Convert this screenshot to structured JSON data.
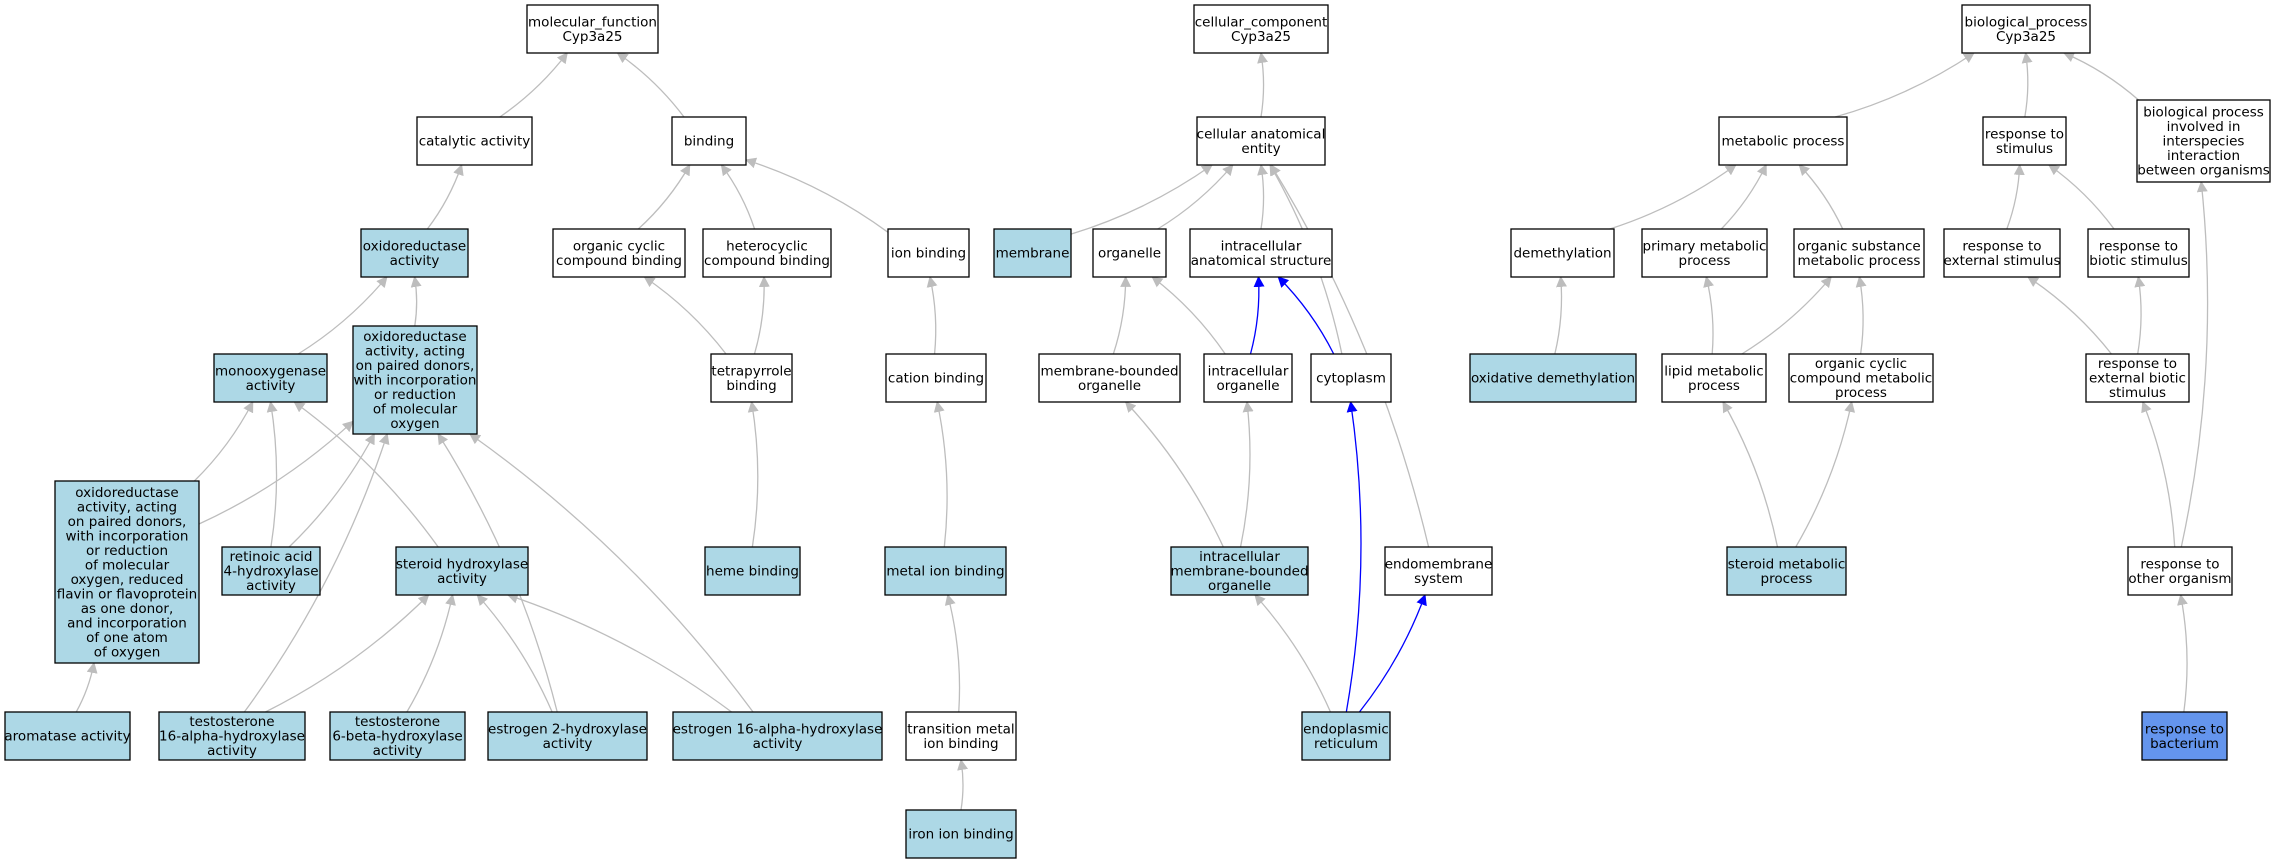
{
  "colors": {
    "plain": "#ffffff",
    "annotated": "#add8e6",
    "query": "#6495ed",
    "edge": "#bdbdbd",
    "edge_highlight": "#0000ff"
  },
  "nodes": {
    "mf_root": {
      "lines": [
        "molecular_function",
        "Cyp3a25"
      ],
      "fill": "plain"
    },
    "catalytic": {
      "lines": [
        "catalytic activity"
      ],
      "fill": "plain"
    },
    "binding": {
      "lines": [
        "binding"
      ],
      "fill": "plain"
    },
    "oxidoreductase": {
      "lines": [
        "oxidoreductase",
        "activity"
      ],
      "fill": "annotated"
    },
    "organic_cyclic_binding": {
      "lines": [
        "organic cyclic",
        "compound binding"
      ],
      "fill": "plain"
    },
    "heterocyclic_binding": {
      "lines": [
        "heterocyclic",
        "compound binding"
      ],
      "fill": "plain"
    },
    "ion_binding": {
      "lines": [
        "ion binding"
      ],
      "fill": "plain"
    },
    "monooxygenase": {
      "lines": [
        "monooxygenase",
        "activity"
      ],
      "fill": "annotated"
    },
    "oxred_paired": {
      "lines": [
        "oxidoreductase",
        "activity, acting",
        "on paired donors,",
        "with incorporation",
        "or reduction",
        "of molecular",
        "oxygen"
      ],
      "fill": "annotated"
    },
    "tetrapyrrole": {
      "lines": [
        "tetrapyrrole",
        "binding"
      ],
      "fill": "plain"
    },
    "cation_binding": {
      "lines": [
        "cation binding"
      ],
      "fill": "plain"
    },
    "oxred_flavin": {
      "lines": [
        "oxidoreductase",
        "activity, acting",
        "on paired donors,",
        "with incorporation",
        "or reduction",
        "of molecular",
        "oxygen, reduced",
        "flavin or flavoprotein",
        "as one donor,",
        "and incorporation",
        "of one atom",
        "of oxygen"
      ],
      "fill": "annotated"
    },
    "retinoic": {
      "lines": [
        "retinoic acid",
        "4-hydroxylase",
        "activity"
      ],
      "fill": "annotated"
    },
    "steroid_hydroxylase": {
      "lines": [
        "steroid hydroxylase",
        "activity"
      ],
      "fill": "annotated"
    },
    "heme": {
      "lines": [
        "heme binding"
      ],
      "fill": "annotated"
    },
    "metal_ion": {
      "lines": [
        "metal ion binding"
      ],
      "fill": "annotated"
    },
    "aromatase": {
      "lines": [
        "aromatase activity"
      ],
      "fill": "annotated"
    },
    "testo16": {
      "lines": [
        "testosterone",
        "16-alpha-hydroxylase",
        "activity"
      ],
      "fill": "annotated"
    },
    "testo6": {
      "lines": [
        "testosterone",
        "6-beta-hydroxylase",
        "activity"
      ],
      "fill": "annotated"
    },
    "estrogen2": {
      "lines": [
        "estrogen 2-hydroxylase",
        "activity"
      ],
      "fill": "annotated"
    },
    "estrogen16": {
      "lines": [
        "estrogen 16-alpha-hydroxylase",
        "activity"
      ],
      "fill": "annotated"
    },
    "transition_metal": {
      "lines": [
        "transition metal",
        "ion binding"
      ],
      "fill": "plain"
    },
    "iron_ion": {
      "lines": [
        "iron ion binding"
      ],
      "fill": "annotated"
    },
    "cc_root": {
      "lines": [
        "cellular_component",
        "Cyp3a25"
      ],
      "fill": "plain"
    },
    "cellular_anatomical": {
      "lines": [
        "cellular anatomical",
        "entity"
      ],
      "fill": "plain"
    },
    "membrane": {
      "lines": [
        "membrane"
      ],
      "fill": "annotated"
    },
    "organelle": {
      "lines": [
        "organelle"
      ],
      "fill": "plain"
    },
    "intracellular_structure": {
      "lines": [
        "intracellular",
        "anatomical structure"
      ],
      "fill": "plain"
    },
    "membrane_bounded": {
      "lines": [
        "membrane-bounded",
        "organelle"
      ],
      "fill": "plain"
    },
    "intracellular_organelle": {
      "lines": [
        "intracellular",
        "organelle"
      ],
      "fill": "plain"
    },
    "cytoplasm": {
      "lines": [
        "cytoplasm"
      ],
      "fill": "plain"
    },
    "intra_mb_organelle": {
      "lines": [
        "intracellular",
        "membrane-bounded",
        "organelle"
      ],
      "fill": "annotated"
    },
    "endomembrane": {
      "lines": [
        "endomembrane",
        "system"
      ],
      "fill": "plain"
    },
    "er": {
      "lines": [
        "endoplasmic",
        "reticulum"
      ],
      "fill": "annotated"
    },
    "bp_root": {
      "lines": [
        "biological_process",
        "Cyp3a25"
      ],
      "fill": "plain"
    },
    "metabolic": {
      "lines": [
        "metabolic process"
      ],
      "fill": "plain"
    },
    "response_stimulus": {
      "lines": [
        "response to",
        "stimulus"
      ],
      "fill": "plain"
    },
    "interspecies": {
      "lines": [
        "biological process",
        "involved in",
        "interspecies",
        "interaction",
        "between organisms"
      ],
      "fill": "plain"
    },
    "demethylation": {
      "lines": [
        "demethylation"
      ],
      "fill": "plain"
    },
    "primary_metabolic": {
      "lines": [
        "primary metabolic",
        "process"
      ],
      "fill": "plain"
    },
    "organic_substance": {
      "lines": [
        "organic substance",
        "metabolic process"
      ],
      "fill": "plain"
    },
    "response_external": {
      "lines": [
        "response to",
        "external stimulus"
      ],
      "fill": "plain"
    },
    "response_biotic": {
      "lines": [
        "response to",
        "biotic stimulus"
      ],
      "fill": "plain"
    },
    "oxidative_demethylation": {
      "lines": [
        "oxidative demethylation"
      ],
      "fill": "annotated"
    },
    "lipid_metabolic": {
      "lines": [
        "lipid metabolic",
        "process"
      ],
      "fill": "plain"
    },
    "organic_cyclic_metabolic": {
      "lines": [
        "organic cyclic",
        "compound metabolic",
        "process"
      ],
      "fill": "plain"
    },
    "response_external_biotic": {
      "lines": [
        "response to",
        "external biotic",
        "stimulus"
      ],
      "fill": "plain"
    },
    "steroid_metabolic": {
      "lines": [
        "steroid metabolic",
        "process"
      ],
      "fill": "annotated"
    },
    "response_other_organism": {
      "lines": [
        "response to",
        "other organism"
      ],
      "fill": "plain"
    },
    "response_bacterium": {
      "lines": [
        "response to",
        "bacterium"
      ],
      "fill": "query"
    }
  },
  "edges": [
    {
      "from": "catalytic",
      "to": "mf_root"
    },
    {
      "from": "binding",
      "to": "mf_root"
    },
    {
      "from": "oxidoreductase",
      "to": "catalytic"
    },
    {
      "from": "organic_cyclic_binding",
      "to": "binding"
    },
    {
      "from": "heterocyclic_binding",
      "to": "binding"
    },
    {
      "from": "ion_binding",
      "to": "binding"
    },
    {
      "from": "monooxygenase",
      "to": "oxidoreductase"
    },
    {
      "from": "oxred_paired",
      "to": "oxidoreductase"
    },
    {
      "from": "tetrapyrrole",
      "to": "organic_cyclic_binding"
    },
    {
      "from": "tetrapyrrole",
      "to": "heterocyclic_binding"
    },
    {
      "from": "cation_binding",
      "to": "ion_binding"
    },
    {
      "from": "oxred_flavin",
      "to": "monooxygenase"
    },
    {
      "from": "oxred_flavin",
      "to": "oxred_paired"
    },
    {
      "from": "retinoic",
      "to": "monooxygenase"
    },
    {
      "from": "retinoic",
      "to": "oxred_paired"
    },
    {
      "from": "steroid_hydroxylase",
      "to": "monooxygenase"
    },
    {
      "from": "heme",
      "to": "tetrapyrrole"
    },
    {
      "from": "metal_ion",
      "to": "cation_binding"
    },
    {
      "from": "aromatase",
      "to": "oxred_flavin"
    },
    {
      "from": "testo16",
      "to": "steroid_hydroxylase"
    },
    {
      "from": "testo16",
      "to": "oxred_paired"
    },
    {
      "from": "testo6",
      "to": "steroid_hydroxylase"
    },
    {
      "from": "estrogen2",
      "to": "steroid_hydroxylase"
    },
    {
      "from": "estrogen2",
      "to": "oxred_paired"
    },
    {
      "from": "estrogen16",
      "to": "steroid_hydroxylase"
    },
    {
      "from": "estrogen16",
      "to": "oxred_paired"
    },
    {
      "from": "transition_metal",
      "to": "metal_ion"
    },
    {
      "from": "iron_ion",
      "to": "transition_metal"
    },
    {
      "from": "cellular_anatomical",
      "to": "cc_root"
    },
    {
      "from": "membrane",
      "to": "cellular_anatomical"
    },
    {
      "from": "organelle",
      "to": "cellular_anatomical"
    },
    {
      "from": "intracellular_structure",
      "to": "cellular_anatomical"
    },
    {
      "from": "cytoplasm",
      "to": "cellular_anatomical"
    },
    {
      "from": "endomembrane",
      "to": "cellular_anatomical"
    },
    {
      "from": "membrane_bounded",
      "to": "organelle"
    },
    {
      "from": "intracellular_organelle",
      "to": "organelle"
    },
    {
      "from": "intracellular_organelle",
      "to": "intracellular_structure",
      "highlight": true
    },
    {
      "from": "cytoplasm",
      "to": "intracellular_structure",
      "highlight": true
    },
    {
      "from": "intra_mb_organelle",
      "to": "membrane_bounded"
    },
    {
      "from": "intra_mb_organelle",
      "to": "intracellular_organelle"
    },
    {
      "from": "er",
      "to": "intra_mb_organelle"
    },
    {
      "from": "er",
      "to": "cytoplasm",
      "highlight": true
    },
    {
      "from": "er",
      "to": "endomembrane",
      "highlight": true
    },
    {
      "from": "metabolic",
      "to": "bp_root"
    },
    {
      "from": "response_stimulus",
      "to": "bp_root"
    },
    {
      "from": "interspecies",
      "to": "bp_root"
    },
    {
      "from": "demethylation",
      "to": "metabolic"
    },
    {
      "from": "primary_metabolic",
      "to": "metabolic"
    },
    {
      "from": "organic_substance",
      "to": "metabolic"
    },
    {
      "from": "response_external",
      "to": "response_stimulus"
    },
    {
      "from": "response_biotic",
      "to": "response_stimulus"
    },
    {
      "from": "oxidative_demethylation",
      "to": "demethylation"
    },
    {
      "from": "lipid_metabolic",
      "to": "primary_metabolic"
    },
    {
      "from": "lipid_metabolic",
      "to": "organic_substance"
    },
    {
      "from": "organic_cyclic_metabolic",
      "to": "organic_substance"
    },
    {
      "from": "response_external_biotic",
      "to": "response_external"
    },
    {
      "from": "response_external_biotic",
      "to": "response_biotic"
    },
    {
      "from": "steroid_metabolic",
      "to": "lipid_metabolic"
    },
    {
      "from": "steroid_metabolic",
      "to": "organic_cyclic_metabolic"
    },
    {
      "from": "response_other_organism",
      "to": "response_external_biotic"
    },
    {
      "from": "response_other_organism",
      "to": "interspecies"
    },
    {
      "from": "response_bacterium",
      "to": "response_other_organism"
    }
  ]
}
